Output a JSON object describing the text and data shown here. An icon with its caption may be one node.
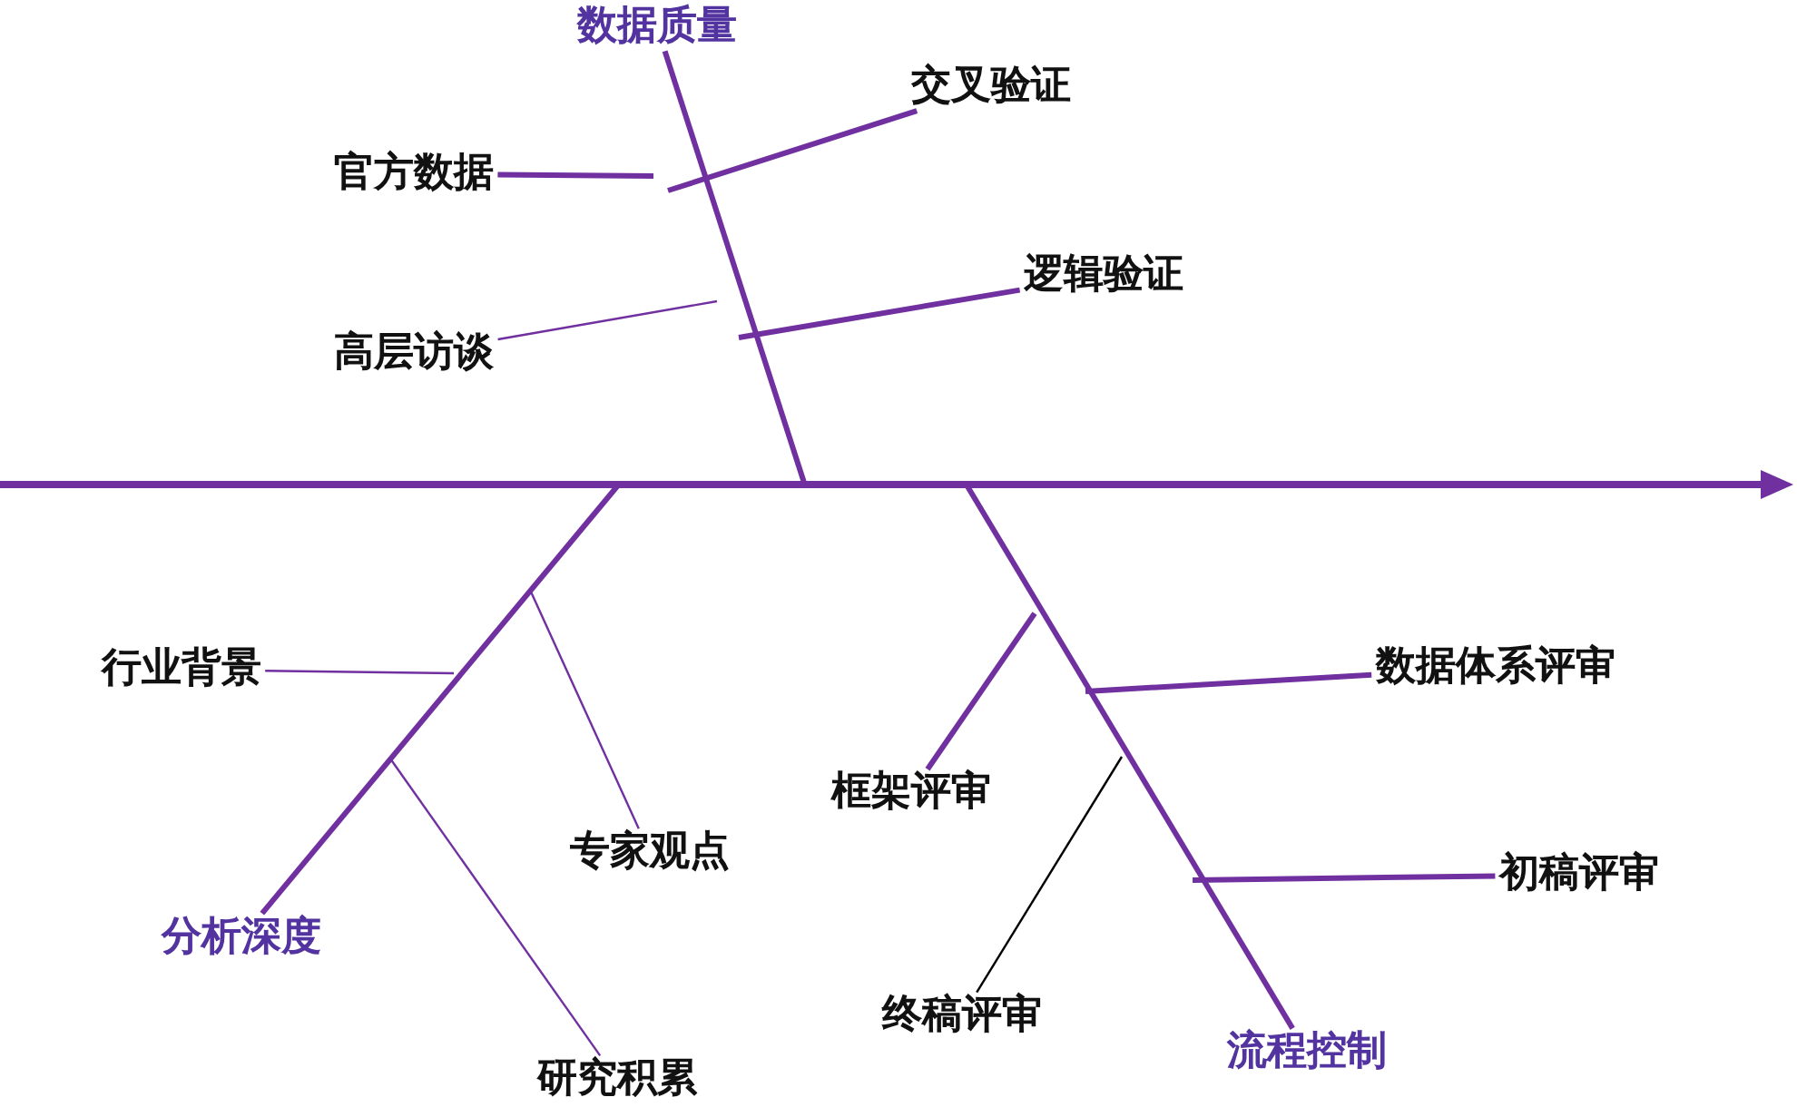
{
  "diagram": {
    "nodes": [
      {
        "text": [
          "数据质量"
        ]
      },
      {
        "text": [
          "官方数据"
        ]
      },
      {
        "text": [
          "交叉验证"
        ]
      },
      {
        "text": [
          "高层访谈"
        ]
      },
      {
        "text": [
          "逻辑验证"
        ]
      },
      {
        "text": [
          "行业背景"
        ]
      },
      {
        "text": [
          "专家观点"
        ]
      },
      {
        "text": [
          "分析深度"
        ]
      },
      {
        "text": [
          "研究积累"
        ]
      },
      {
        "text": [
          "框架评审"
        ]
      },
      {
        "text": [
          "数据体系评审"
        ]
      },
      {
        "text": [
          "初稿评审"
        ]
      },
      {
        "text": [
          "终稿评审"
        ]
      },
      {
        "text": [
          "流程控制"
        ]
      }
    ],
    "edges": [
      {
        "from": 0,
        "to": null,
        "arrow": "none"
      },
      {
        "from": 1,
        "to": null,
        "arrow": "none"
      },
      {
        "from": 2,
        "to": null,
        "arrow": "none"
      },
      {
        "from": 3,
        "to": null,
        "arrow": "none"
      },
      {
        "from": 4,
        "to": null,
        "arrow": "none"
      },
      {
        "from": 7,
        "to": null,
        "arrow": "none"
      },
      {
        "from": 5,
        "to": null,
        "arrow": "none"
      },
      {
        "from": 6,
        "to": null,
        "arrow": "none"
      },
      {
        "from": 8,
        "to": null,
        "arrow": "none"
      },
      {
        "from": 13,
        "to": null,
        "arrow": "none"
      },
      {
        "from": 9,
        "to": null,
        "arrow": "none"
      },
      {
        "from": 10,
        "to": null,
        "arrow": "none"
      },
      {
        "from": 11,
        "to": null,
        "arrow": "none"
      },
      {
        "from": 12,
        "to": null,
        "arrow": "none",
        "color": "#000000"
      }
    ]
  }
}
